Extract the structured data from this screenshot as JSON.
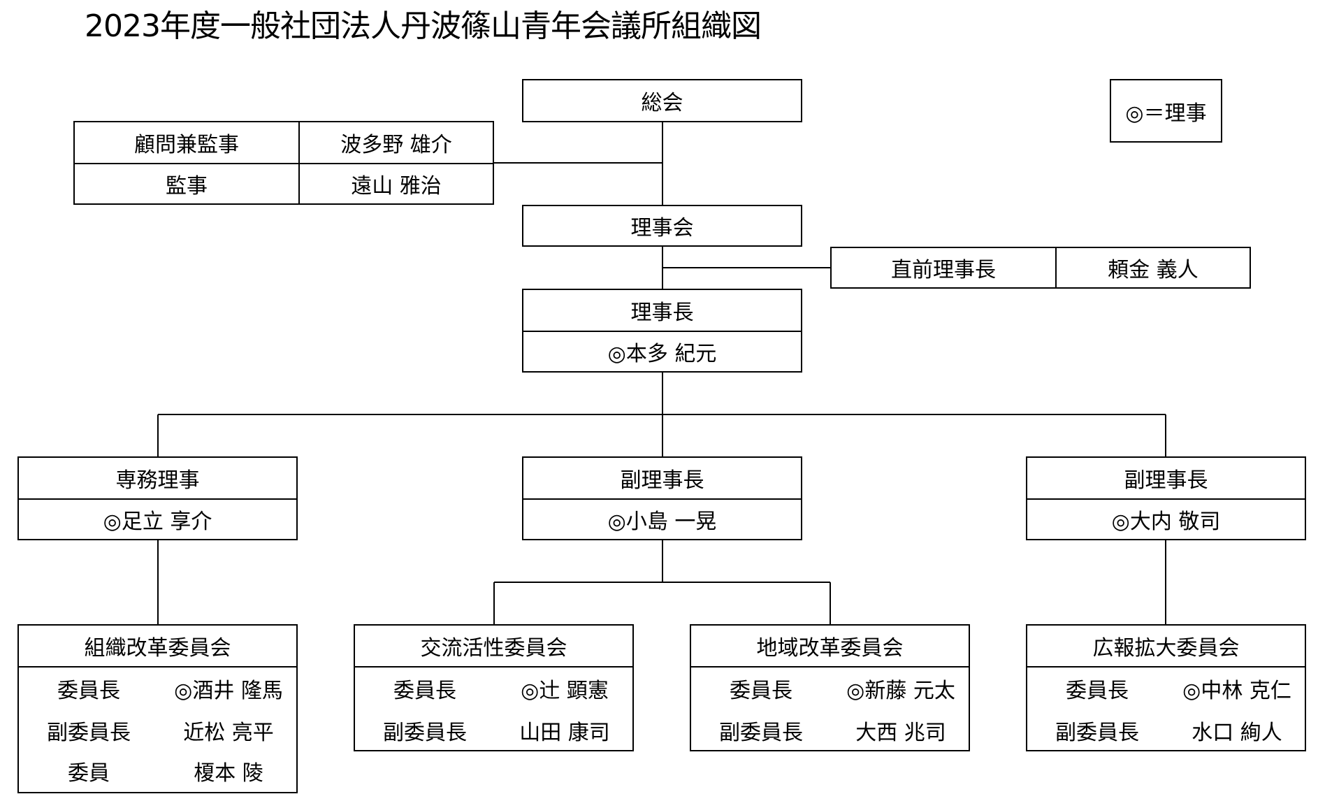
{
  "title": "2023年度一般社団法人丹波篠山青年会議所組織図",
  "legend": "◎＝理事",
  "general_assembly": "総会",
  "auditors": [
    {
      "role": "顧問兼監事",
      "name": "波多野 雄介"
    },
    {
      "role": "監事",
      "name": "遠山 雅治"
    }
  ],
  "board": "理事会",
  "past_president": {
    "role": "直前理事長",
    "name": "頼金 義人"
  },
  "president": {
    "role": "理事長",
    "name": "◎本多 紀元"
  },
  "executives": [
    {
      "role": "専務理事",
      "name": "◎足立 享介"
    },
    {
      "role": "副理事長",
      "name": "◎小島 一晃"
    },
    {
      "role": "副理事長",
      "name": "◎大内 敬司"
    }
  ],
  "committees": [
    {
      "title": "組織改革委員会",
      "members": [
        {
          "role": "委員長",
          "name": "◎酒井 隆馬"
        },
        {
          "role": "副委員長",
          "name": "近松 亮平"
        },
        {
          "role": "委員",
          "name": "榎本 陵"
        }
      ]
    },
    {
      "title": "交流活性委員会",
      "members": [
        {
          "role": "委員長",
          "name": "◎辻 顕憲"
        },
        {
          "role": "副委員長",
          "name": "山田 康司"
        }
      ]
    },
    {
      "title": "地域改革委員会",
      "members": [
        {
          "role": "委員長",
          "name": "◎新藤 元太"
        },
        {
          "role": "副委員長",
          "name": "大西 兆司"
        }
      ]
    },
    {
      "title": "広報拡大委員会",
      "members": [
        {
          "role": "委員長",
          "name": "◎中林 克仁"
        },
        {
          "role": "副委員長",
          "name": "水口 絢人"
        }
      ]
    }
  ]
}
